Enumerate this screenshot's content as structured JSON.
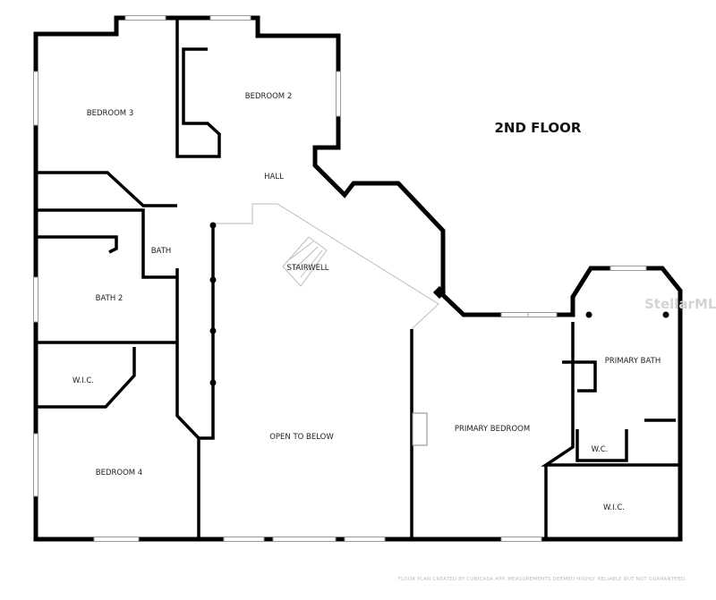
{
  "floor_title": "2ND FLOOR",
  "rooms": {
    "bedroom3": "BEDROOM 3",
    "bedroom2": "BEDROOM 2",
    "hall": "HALL",
    "bath": "BATH",
    "stairwell": "STAIRWELL",
    "bath2": "BATH 2",
    "wic_left": "W.I.C.",
    "open_to_below": "OPEN TO BELOW",
    "primary_bedroom": "PRIMARY BEDROOM",
    "primary_bath": "PRIMARY BATH",
    "wc": "W.C.",
    "bedroom4": "BEDROOM 4",
    "wic_right": "W.I.C."
  },
  "watermark": "StellarMLS",
  "footer_note": "FLOOR PLAN CREATED BY CUBICASA APP. MEASUREMENTS DEEMED HIGHLY RELIABLE BUT NOT GUARANTEED."
}
